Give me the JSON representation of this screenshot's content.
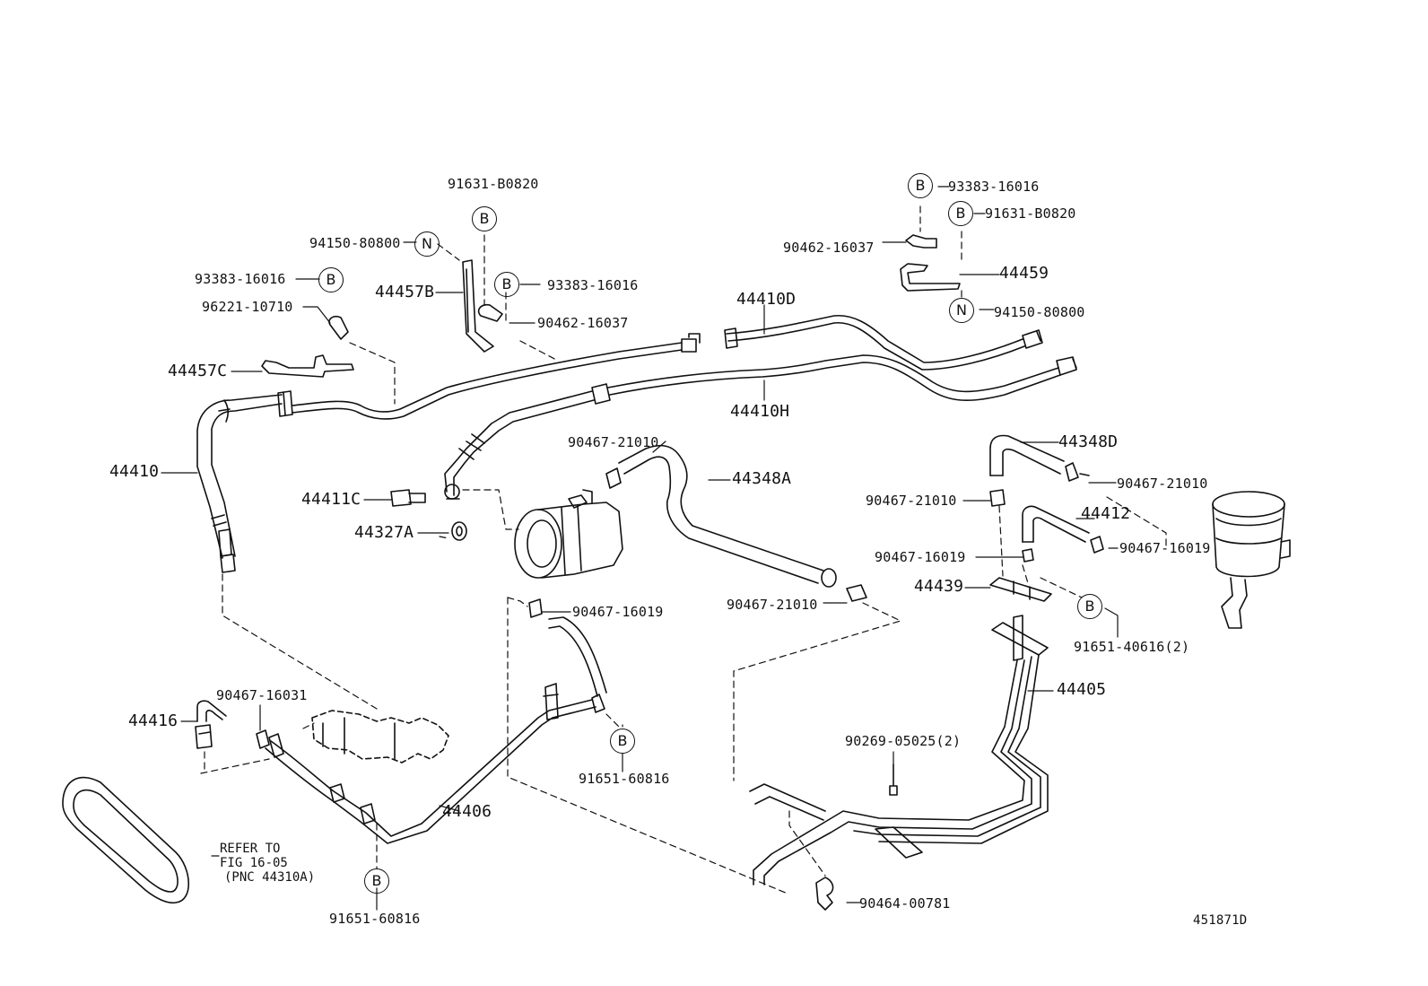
{
  "diagram": {
    "labels": {
      "p91631_B0820_top": "91631-B0820",
      "p94150_80800_left": "94150-80800",
      "p93383_16016_left": "93383-16016",
      "p44457B": "44457B",
      "p93383_16016_mid": "93383-16016",
      "p96221_10710": "96221-10710",
      "p90462_16037_mid": "90462-16037",
      "p44457C": "44457C",
      "p44410D": "44410D",
      "p44410H": "44410H",
      "p44410": "44410",
      "p44411C": "44411C",
      "p44327A": "44327A",
      "p90467_21010_a": "90467-21010",
      "p44348A": "44348A",
      "p93383_16016_right": "93383-16016",
      "p91631_B0820_right": "91631-B0820",
      "p90462_16037_right": "90462-16037",
      "p44459": "44459",
      "p94150_80800_right": "94150-80800",
      "p44348D": "44348D",
      "p90467_21010_b": "90467-21010",
      "p90467_21010_c": "90467-21010",
      "p44412": "44412",
      "p90467_16019_right": "90467-16019",
      "p90467_16019_mid": "90467-16019",
      "p44439": "44439",
      "p90467_21010_d": "90467-21010",
      "p91651_40616": "91651-40616(2)",
      "p44405": "44405",
      "p90467_16019_low": "90467-16019",
      "p90467_16031": "90467-16031",
      "p44416": "44416",
      "p44406": "44406",
      "p91651_60816_mid": "91651-60816",
      "p90269_05025": "90269-05025(2)",
      "p90464_00781": "90464-00781",
      "p91651_60816_bottom": "91651-60816",
      "fig_id": "451871D"
    },
    "symbols": {
      "bolt": "B",
      "nut": "N"
    },
    "note": {
      "line1": "REFER TO",
      "line2": "FIG 16-05",
      "line3": "(PNC 44310A)"
    }
  }
}
